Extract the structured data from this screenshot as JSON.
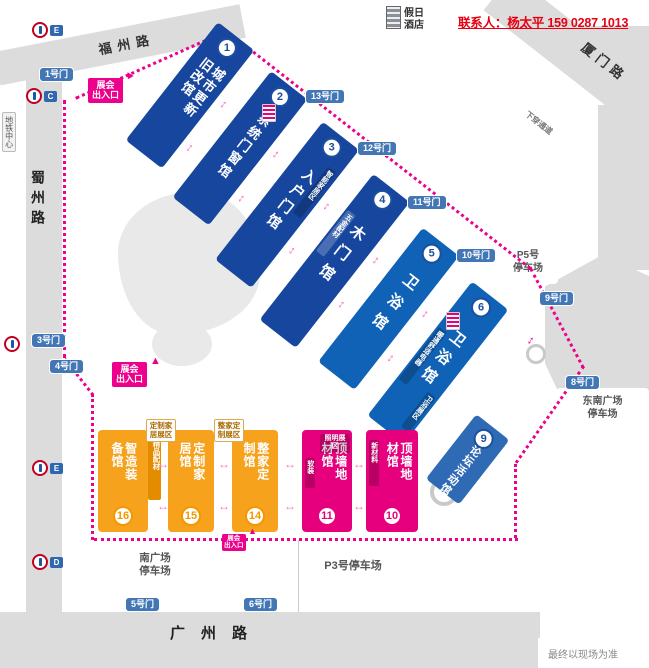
{
  "contact": "联系人：杨太平 159 0287 1013",
  "hotel": "假日酒店",
  "disclaimer": "最终以现场为准",
  "roads": {
    "fuzhou": "福州路",
    "shuzhou": "蜀州路",
    "xiamen": "厦门路",
    "guangzhou": "广州路",
    "underpass": "下穿通道"
  },
  "gates": {
    "g1": "1号门",
    "g3": "3号门",
    "g4": "4号门",
    "g5": "5号门",
    "g6": "6号门",
    "g8": "8号门",
    "g9": "9号门",
    "g10": "10号门",
    "g11": "11号门",
    "g12": "12号门",
    "g13": "13号门"
  },
  "halls": {
    "h1": {
      "no": "1",
      "name": "城市更新旧改馆"
    },
    "h2": {
      "no": "2",
      "name": "系统门窗馆"
    },
    "h3": {
      "no": "3",
      "name": "入户门馆",
      "sub": "智能家居区"
    },
    "h4": {
      "no": "4",
      "name": "木门馆",
      "sub": "五金配材"
    },
    "h5": {
      "no": "5",
      "name": "卫浴馆"
    },
    "h6": {
      "no": "6",
      "name": "卫浴馆",
      "sub1": "暖通舒适电器",
      "sub2": "卫浴展区"
    },
    "h9": {
      "no": "9",
      "name": "论坛活动馆"
    },
    "h10": {
      "no": "10",
      "name": "顶墙地材馆",
      "sub": "新材料"
    },
    "h11": {
      "no": "11",
      "name": "顶墙地材馆",
      "sub": "软装",
      "tab": "照明展区"
    },
    "h14": {
      "no": "14",
      "name": "整家定制馆"
    },
    "h15": {
      "no": "15",
      "name": "定制家居馆"
    },
    "h16": {
      "no": "16",
      "name": "智造装备馆",
      "sub": "精品配材"
    }
  },
  "zone_tabs": {
    "custom_home": "定制家居展区",
    "whole_home": "整家定制展区"
  },
  "entrance": {
    "line1": "展会",
    "line2": "出入口"
  },
  "parking": {
    "p5": [
      "P5号",
      "停车场"
    ],
    "p3": "P3号停车场",
    "south": [
      "南广场",
      "停车场"
    ],
    "southeast": [
      "东南广场",
      "停车场"
    ]
  },
  "metro": {
    "sign": "地铁中心",
    "exit_top": "E",
    "exit_c": "C",
    "exit_e2": "E",
    "exit_d": "D"
  },
  "icons": {
    "arrow_v": "↕",
    "arrow_h": "↔",
    "arrow_up": "▲"
  },
  "colors": {
    "navy": "#17469e",
    "blue": "#0f62b5",
    "orange": "#f6a21c",
    "magenta": "#e6007e",
    "route": "#ec008c",
    "gate": "#4276b4",
    "red_text": "#e60012"
  }
}
